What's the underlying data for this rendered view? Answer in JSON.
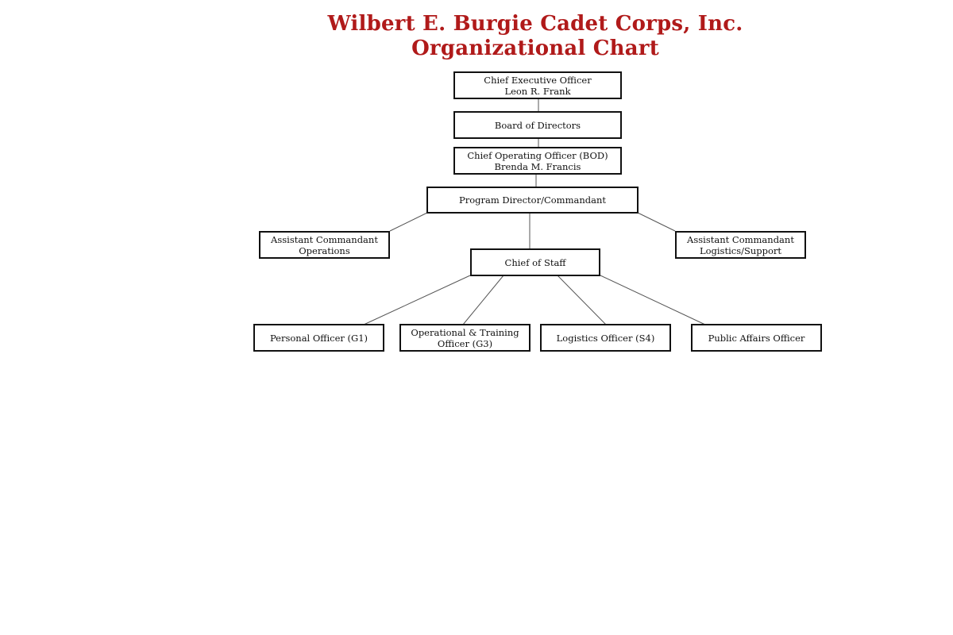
{
  "title": {
    "line1": "Wilbert E. Burgie Cadet Corps, Inc.",
    "line2": "Organizational Chart",
    "color": "#b01a1a"
  },
  "nodes": {
    "ceo": {
      "line1": "Chief Executive Officer",
      "line2": "Leon R. Frank"
    },
    "board": {
      "line1": "Board of Directors"
    },
    "coo": {
      "line1": "Chief Operating Officer (BOD)",
      "line2": "Brenda M. Francis"
    },
    "program_director": {
      "line1": "Program Director/Commandant"
    },
    "asst_operations": {
      "line1": "Assistant Commandant",
      "line2": "Operations"
    },
    "asst_logistics": {
      "line1": "Assistant Commandant",
      "line2": "Logistics/Support"
    },
    "chief_of_staff": {
      "line1": "Chief of Staff"
    },
    "personal_officer": {
      "line1": "Personal Officer (G1)"
    },
    "operational_training": {
      "line1": "Operational & Training",
      "line2": "Officer (G3)"
    },
    "logistics_officer": {
      "line1": "Logistics Officer (S4)"
    },
    "public_affairs": {
      "line1": "Public Affairs Officer"
    }
  }
}
